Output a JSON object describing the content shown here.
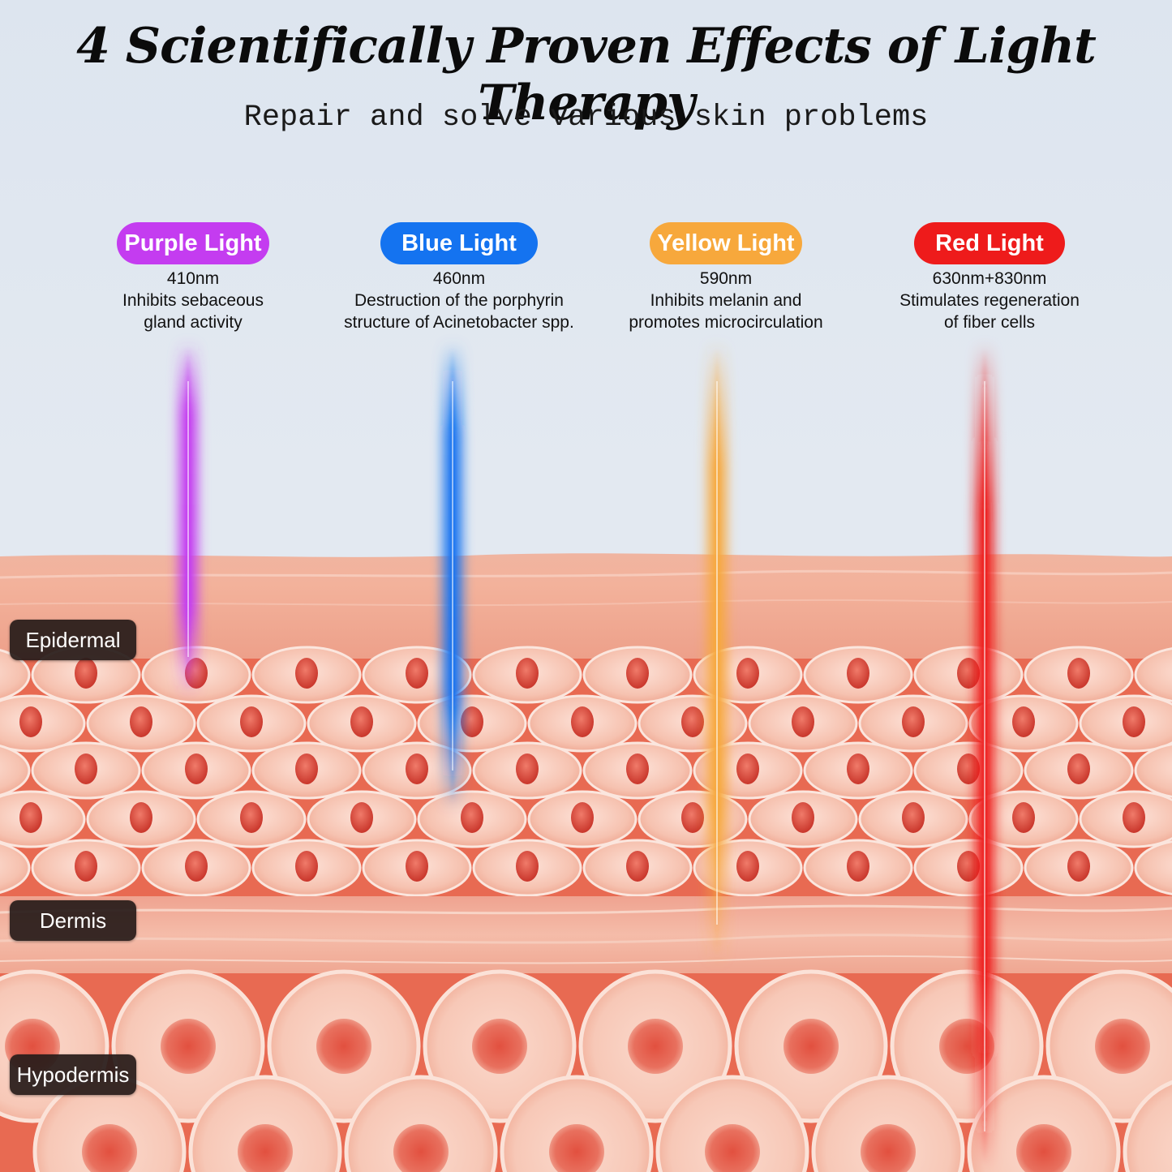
{
  "header": {
    "title": "4 Scientifically Proven Effects of Light Therapy",
    "subtitle": "Repair and solve various skin problems"
  },
  "lights": [
    {
      "name": "Purple Light",
      "wavelength": "410nm",
      "desc_line1": "Inhibits sebaceous",
      "desc_line2": "gland activity",
      "color": "#c43cf0"
    },
    {
      "name": "Blue Light",
      "wavelength": "460nm",
      "desc_line1": "Destruction of the porphyrin",
      "desc_line2": "structure of Acinetobacter spp.",
      "color": "#1473f0"
    },
    {
      "name": "Yellow Light",
      "wavelength": "590nm",
      "desc_line1": "Inhibits melanin and",
      "desc_line2": "promotes microcirculation",
      "color": "#f7a83c"
    },
    {
      "name": "Red Light",
      "wavelength": "630nm+830nm",
      "desc_line1": "Stimulates regeneration",
      "desc_line2": "of fiber cells",
      "color": "#ee1b1b"
    }
  ],
  "layers": {
    "epidermal": "Epidermal",
    "dermis": "Dermis",
    "hypodermis": "Hypodermis"
  },
  "skin_colors": {
    "surface": "#f2aa92",
    "cell": "#f8c8b8",
    "nucleus": "#d9483a",
    "gap": "#e86048"
  }
}
